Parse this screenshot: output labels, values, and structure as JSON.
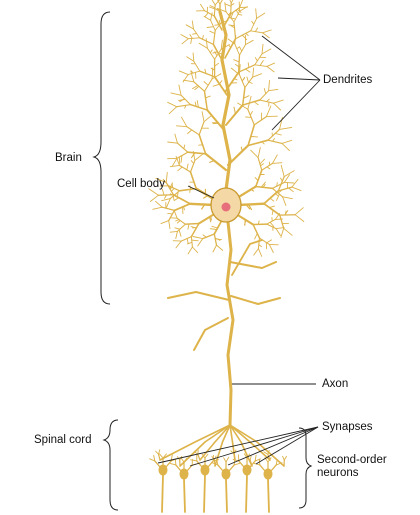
{
  "diagram": {
    "labels": {
      "brain": "Brain",
      "spinal_cord": "Spinal cord",
      "dendrites": "Dendrites",
      "cell_body": "Cell body",
      "axon": "Axon",
      "synapses": "Synapses",
      "second_order_line1": "Second-order",
      "second_order_line2": "neurons"
    },
    "colors": {
      "neuron": "#ddb34a",
      "neuron_dark": "#c99a2e",
      "nucleus": "#e76f7c",
      "soma": "#f4d9a6",
      "line": "#222222"
    }
  }
}
